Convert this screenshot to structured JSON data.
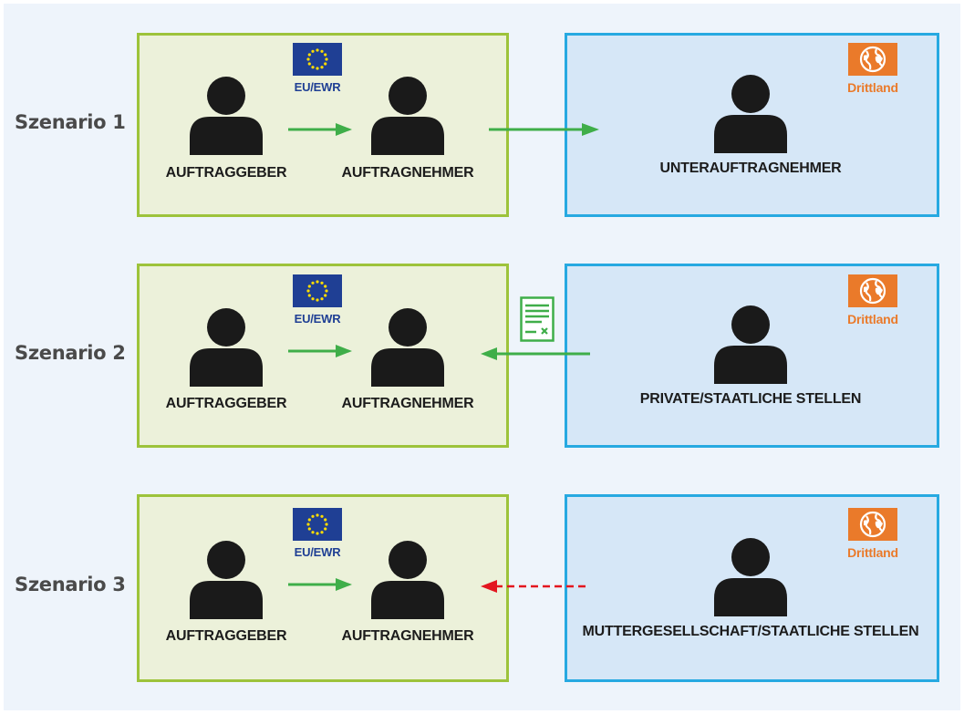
{
  "colors": {
    "eu_fill": "#ecf1da",
    "eu_border": "#9dc33b",
    "third_fill": "#d6e7f7",
    "third_border": "#27a9e1",
    "arrow_green": "#3fae49",
    "arrow_red": "#e3161f",
    "eu_blue": "#1f3f94",
    "eu_star": "#ffdd00",
    "drittland_orange": "#ea7a2a",
    "person": "#1a1a1a"
  },
  "icons": {
    "person": "person-icon",
    "eu_flag": "eu-flag-icon",
    "globe": "globe-icon",
    "document": "document-icon"
  },
  "scenarios": [
    {
      "label": "Szenario 1",
      "eu_label": "EU/EWR",
      "third_label": "Drittland",
      "client": "AUFTRAGGEBER",
      "contractor": "AUFTRAGNEHMER",
      "third_party": "UNTERAUFTRAGNEHMER",
      "relation": "contractor-to-third-party",
      "arrow_style": "solid-green"
    },
    {
      "label": "Szenario 2",
      "eu_label": "EU/EWR",
      "third_label": "Drittland",
      "client": "AUFTRAGGEBER",
      "contractor": "AUFTRAGNEHMER",
      "third_party": "PRIVATE/STAATLICHE STELLEN",
      "relation": "third-party-to-contractor",
      "arrow_style": "solid-green-with-document"
    },
    {
      "label": "Szenario 3",
      "eu_label": "EU/EWR",
      "third_label": "Drittland",
      "client": "AUFTRAGGEBER",
      "contractor": "AUFTRAGNEHMER",
      "third_party": "MUTTERGESELLSCHAFT/STAATLICHE STELLEN",
      "relation": "third-party-to-contractor",
      "arrow_style": "dashed-red"
    }
  ]
}
